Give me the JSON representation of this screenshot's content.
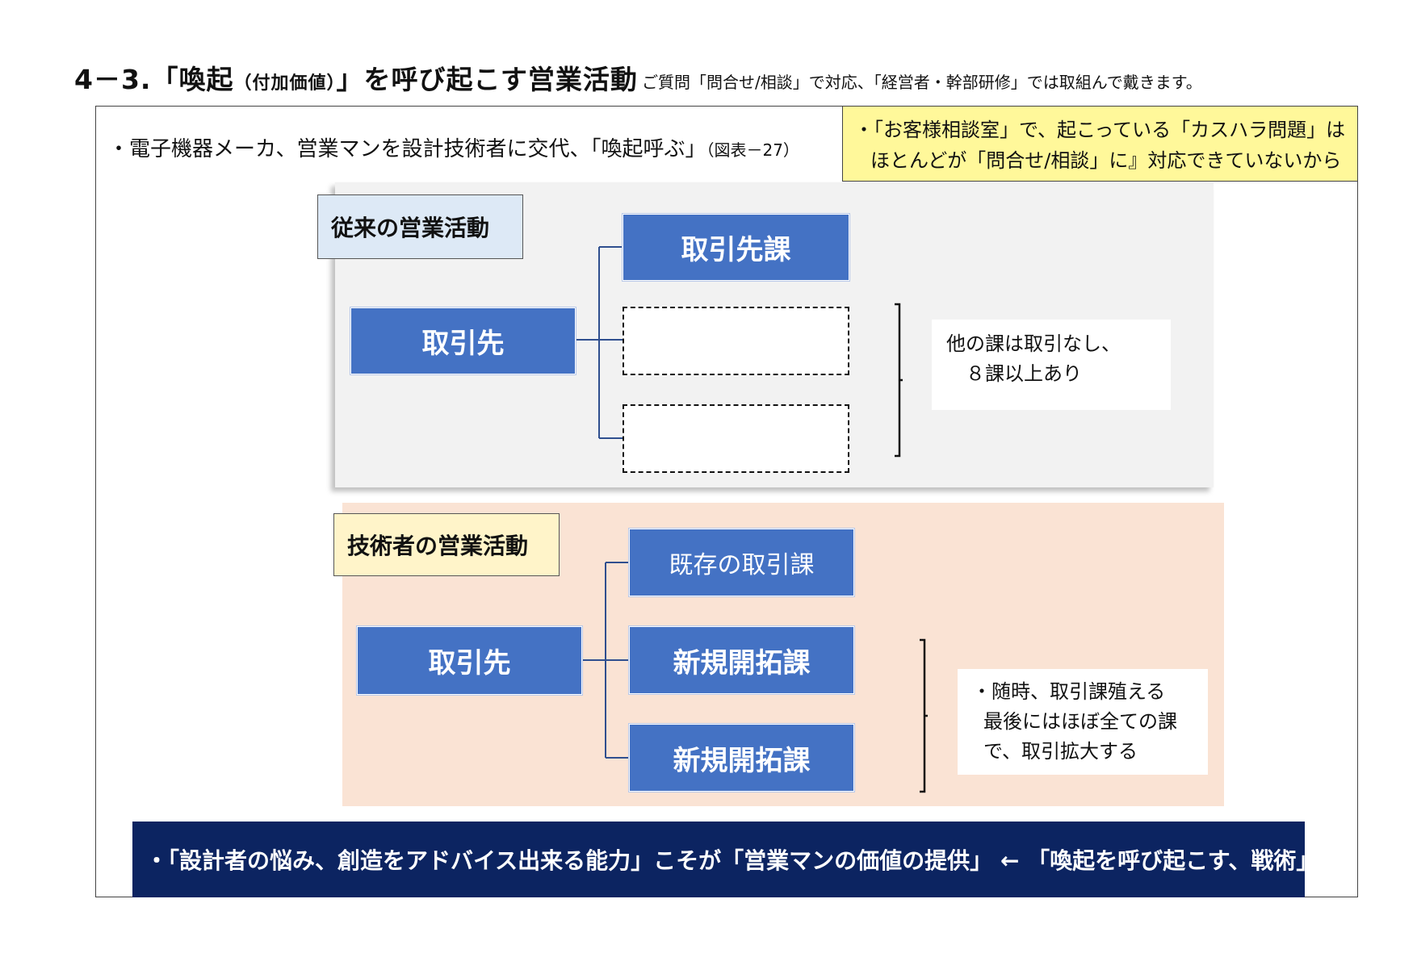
{
  "header": {
    "title_main_a": "4－3.「喚起",
    "title_small": "（付加価値）",
    "title_main_b": "」を呼び起こす営業活動",
    "subtitle": "ご質問「問合せ/相談」で対応、「経営者・幹部研修」では取組んで戴きます。"
  },
  "intro": {
    "bullet_main": "・電子機器メーカ、営業マンを設計技術者に交代、「喚起呼ぶ」",
    "bullet_ref": "（図表－27）"
  },
  "yellow_note": {
    "line1": "・「お客様相談室」で、起こっている「カスハラ問題」は",
    "line2": "ほとんどが「問合せ/相談」に』対応できていないから"
  },
  "traditional": {
    "label": "従来の営業活動",
    "client": "取引先",
    "dept_existing": "取引先課",
    "dept_empty_1": "",
    "dept_empty_2": "",
    "note_line1": "他の課は取引なし、",
    "note_line2": "８課以上あり"
  },
  "engineer": {
    "label": "技術者の営業活動",
    "client": "取引先",
    "dept_existing": "既存の取引課",
    "dept_new_1": "新規開拓課",
    "dept_new_2": "新規開拓課",
    "note_line1": "・随時、取引課殖える",
    "note_line2": "最後にはほぼ全ての課",
    "note_line3": "で、取引拡大する"
  },
  "banner": {
    "text": "・「設計者の悩み、創造をアドバイス出来る能力」こそが「営業マンの価値の提供」 ← 「喚起を呼び起こす、戦術」"
  },
  "colors": {
    "box_blue": "#4472c4",
    "banner_navy": "#0c2461",
    "note_yellow": "#fff89a",
    "panel_gray": "#f2f2f2",
    "panel_peach": "#fae3d4",
    "label_blue": "#dde9f6",
    "label_cream": "#fff4c9"
  }
}
